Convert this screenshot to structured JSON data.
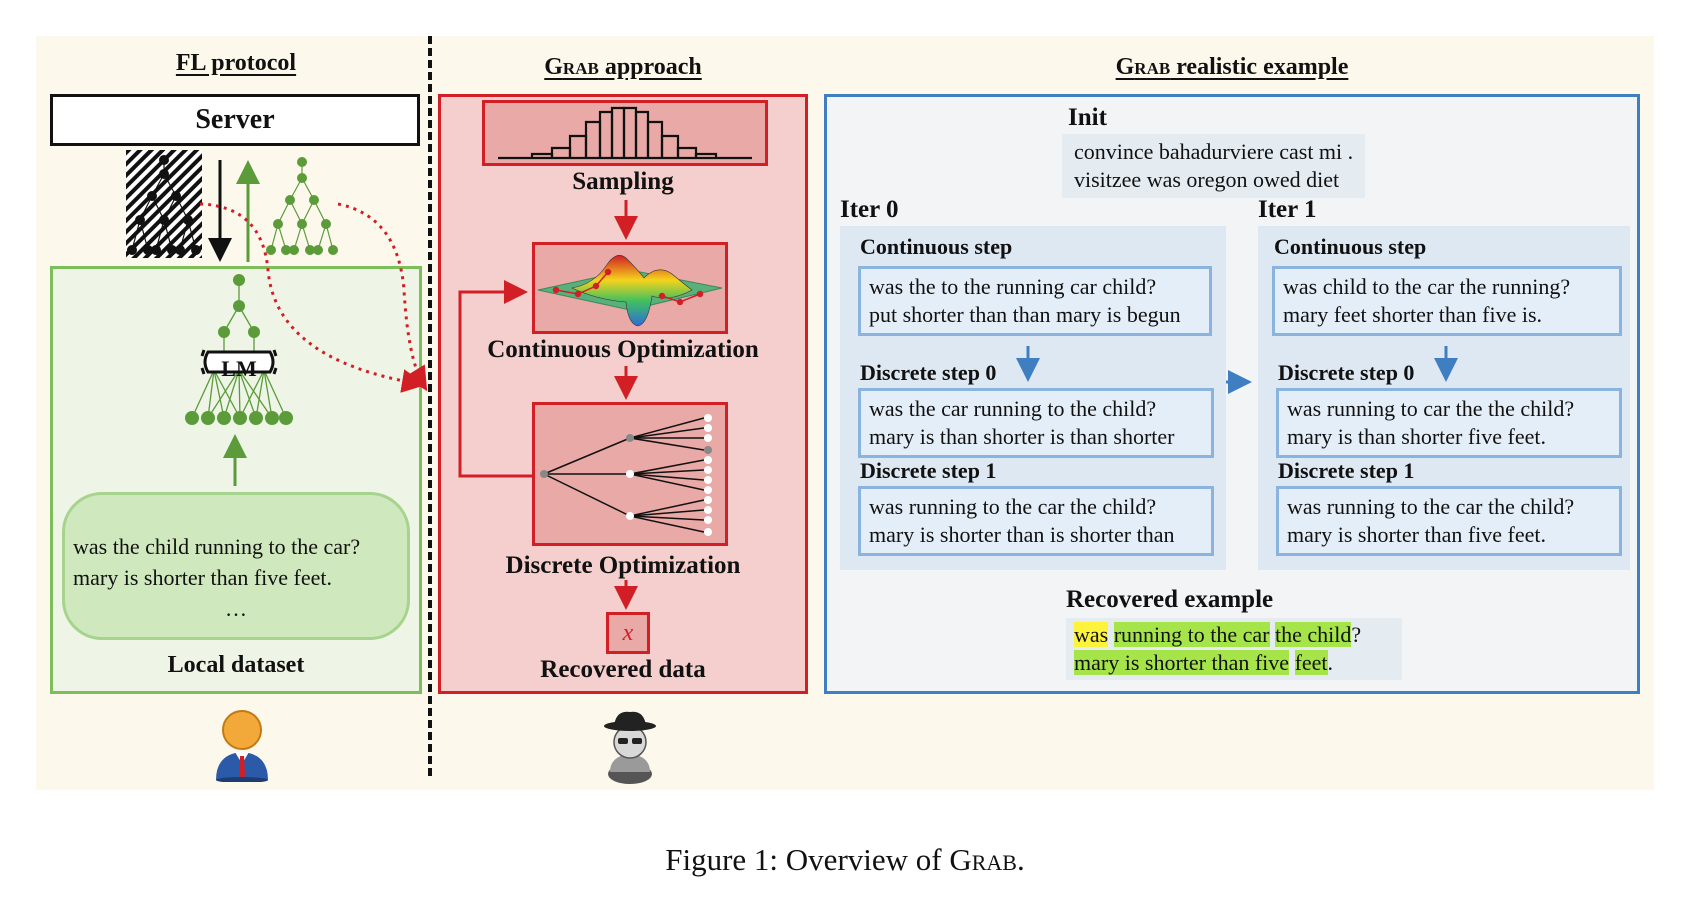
{
  "panels": {
    "fl": {
      "title": "FL protocol",
      "server": "Server",
      "model_label": "LM",
      "dataset_lines": [
        "was the child running to the car?",
        "mary is shorter than five feet.",
        "…"
      ],
      "dataset_label": "Local dataset"
    },
    "approach": {
      "title": "GRAB approach",
      "steps": [
        "Sampling",
        "Continuous Optimization",
        "Discrete Optimization",
        "Recovered data"
      ],
      "output_symbol": "x"
    },
    "example": {
      "title": "GRAB realistic example",
      "init": {
        "label": "Init",
        "lines": [
          "convince bahadurviere cast mi .",
          "visitzee was oregon owed diet"
        ]
      },
      "iters": [
        {
          "label": "Iter 0",
          "continuous": {
            "label": "Continuous step",
            "lines": [
              "was the to the running car child?",
              "put shorter than than mary is begun"
            ]
          },
          "discrete0": {
            "label": "Discrete step 0",
            "lines": [
              "was the car running to the child?",
              "mary is than shorter is than shorter"
            ]
          },
          "discrete1": {
            "label": "Discrete step 1",
            "lines": [
              "was running to the car the child?",
              "mary is shorter than is shorter than"
            ]
          }
        },
        {
          "label": "Iter 1",
          "continuous": {
            "label": "Continuous step",
            "lines": [
              "was child to the car the running?",
              "mary feet shorter than five is."
            ]
          },
          "discrete0": {
            "label": "Discrete step 0",
            "lines": [
              "was running to car the the child?",
              "mary is than shorter five feet."
            ]
          },
          "discrete1": {
            "label": "Discrete step 1",
            "lines": [
              "was running to the car the child?",
              "mary is shorter than five feet."
            ]
          }
        }
      ],
      "recovered": {
        "label": "Recovered example",
        "line1": [
          {
            "text": "was",
            "hl": "yellow"
          },
          {
            "text": " ",
            "hl": "none"
          },
          {
            "text": "running to the car",
            "hl": "green"
          },
          {
            "text": " ",
            "hl": "none"
          },
          {
            "text": "the child",
            "hl": "green"
          },
          {
            "text": "?",
            "hl": "none"
          }
        ],
        "line2": [
          {
            "text": "mary is shorter than five",
            "hl": "green"
          },
          {
            "text": " ",
            "hl": "none"
          },
          {
            "text": "feet",
            "hl": "green"
          },
          {
            "text": ".",
            "hl": "none"
          }
        ]
      }
    }
  },
  "caption": "Figure 1: Overview of GRAB.",
  "colors": {
    "red": "#d21f26",
    "green": "#5b9b3a",
    "blue": "#3f7fc1",
    "highlight_yellow": "#fef33b",
    "highlight_green": "#a6e54a"
  },
  "icons": [
    "user-icon",
    "spy-icon",
    "neural-network-icon",
    "landscape-icon",
    "tree-icon"
  ]
}
